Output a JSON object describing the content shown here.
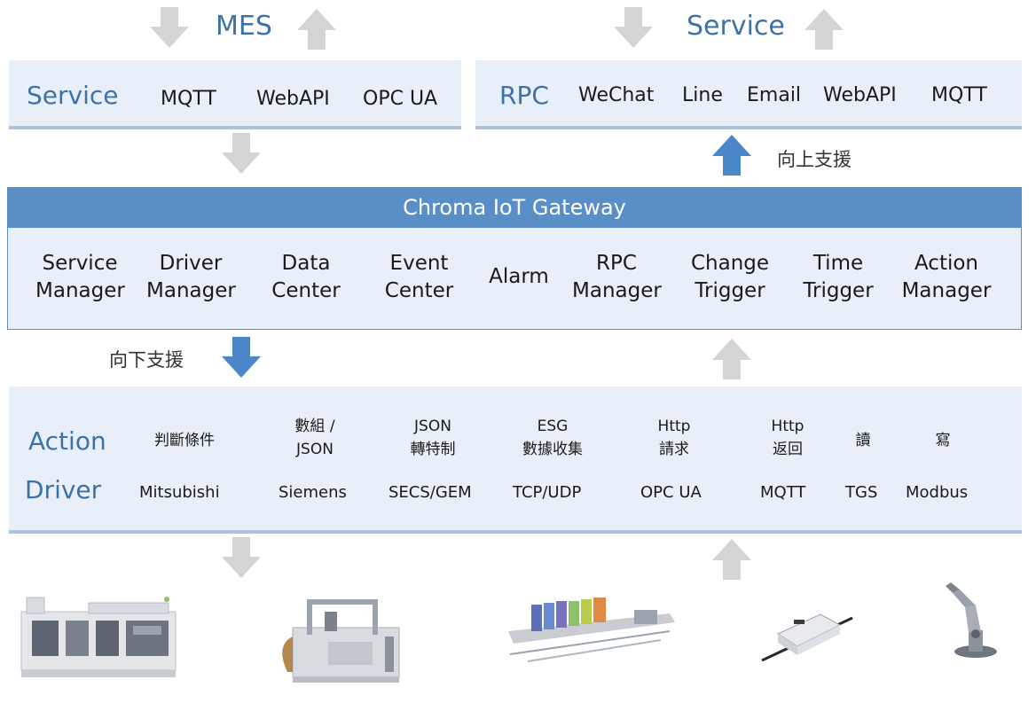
{
  "top_left": {
    "title": "MES",
    "panel_label": "Service",
    "protocols": [
      "MQTT",
      "WebAPI",
      "OPC UA"
    ]
  },
  "top_right": {
    "title": "Service",
    "panel_label": "RPC",
    "channels": [
      "WeChat",
      "Line",
      "Email",
      "WebAPI",
      "MQTT"
    ]
  },
  "up_support": "向上支援",
  "down_support": "向下支援",
  "gateway": {
    "title": "Chroma IoT Gateway",
    "modules": [
      {
        "line1": "Service",
        "line2": "Manager"
      },
      {
        "line1": "Driver",
        "line2": "Manager"
      },
      {
        "line1": "Data",
        "line2": "Center"
      },
      {
        "line1": "Event",
        "line2": "Center"
      },
      {
        "line1": "Alarm",
        "line2": ""
      },
      {
        "line1": "RPC",
        "line2": "Manager"
      },
      {
        "line1": "Change",
        "line2": "Trigger"
      },
      {
        "line1": "Time",
        "line2": "Trigger"
      },
      {
        "line1": "Action",
        "line2": "Manager"
      }
    ]
  },
  "bottom": {
    "action_label": "Action",
    "driver_label": "Driver",
    "actions": [
      {
        "line1": "判斷條件",
        "line2": ""
      },
      {
        "line1": "數組 /",
        "line2": "JSON"
      },
      {
        "line1": "JSON",
        "line2": "轉特制"
      },
      {
        "line1": "ESG",
        "line2": "數據收集"
      },
      {
        "line1": "Http",
        "line2": "請求"
      },
      {
        "line1": "Http",
        "line2": "返回"
      },
      {
        "line1": "讀",
        "line2": ""
      },
      {
        "line1": "寫",
        "line2": ""
      }
    ],
    "drivers": [
      "Mitsubishi",
      "Siemens",
      "SECS/GEM",
      "TCP/UDP",
      "OPC UA",
      "MQTT",
      "TGS",
      "Modbus"
    ]
  },
  "colors": {
    "accent": "#3d72a8",
    "gateway_header": "#5a8ec6",
    "panel_bg": "#e9eff8",
    "grey_arrow": "#d4d4d4",
    "blue_arrow": "#4a86c8"
  },
  "icons": [
    "arrow-down-icon",
    "arrow-up-icon",
    "production-line-equipment",
    "assembly-machine",
    "warehouse-conveyor",
    "agv-robot",
    "robotic-arm"
  ]
}
